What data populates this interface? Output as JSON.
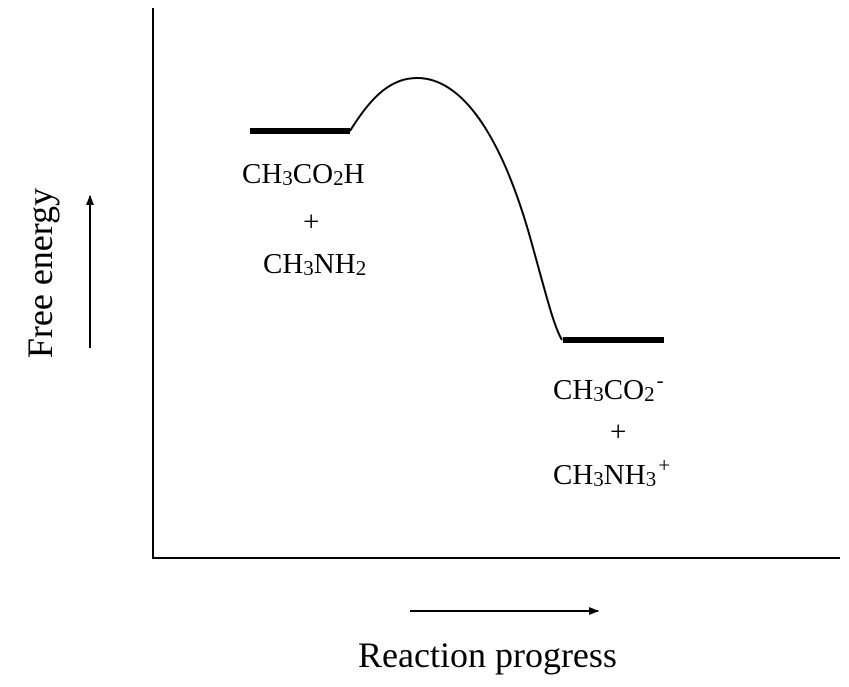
{
  "axes": {
    "y_label": "Free energy",
    "x_label": "Reaction progress"
  },
  "reactants": {
    "line1": {
      "a": "CH",
      "a_sub": "3",
      "b": "CO",
      "b_sub": "2",
      "c": "H"
    },
    "plus": "+",
    "line2": {
      "a": "CH",
      "a_sub": "3",
      "b": "NH",
      "b_sub": "2"
    }
  },
  "products": {
    "line1": {
      "a": "CH",
      "a_sub": "3",
      "b": "CO",
      "b_sub": "2",
      "charge": "-"
    },
    "plus": "+",
    "line2": {
      "a": "CH",
      "a_sub": "3",
      "b": "NH",
      "b_sub": "3",
      "charge": "+"
    }
  },
  "colors": {
    "ink": "#000000",
    "background": "#ffffff"
  }
}
